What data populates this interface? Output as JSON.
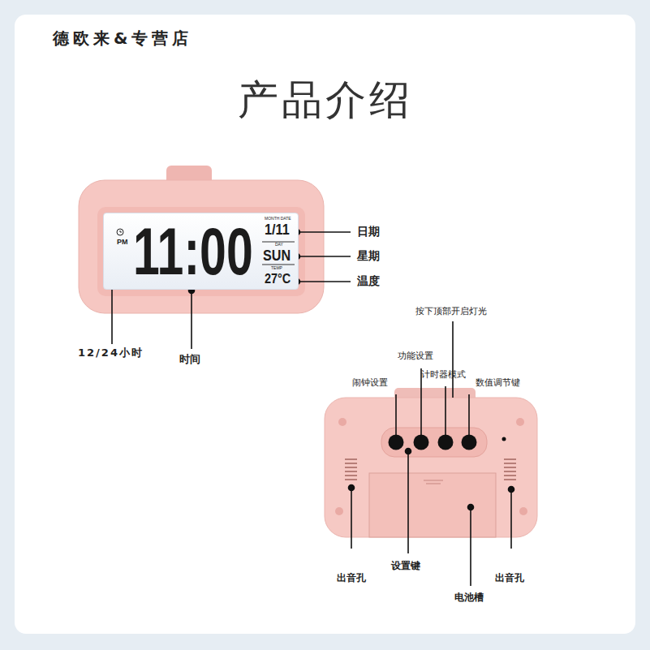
{
  "diagram": {
    "title": "产品介绍",
    "nodes": [
      {
        "text": [
          "PM",
          "11:00",
          "MONTH DATE",
          "1/11",
          "DAY",
          "SUN",
          "TEMP",
          "27°C"
        ]
      }
    ],
    "labels": [
      "德欧来&专营店",
      "日期",
      "星期",
      "温度",
      "12/24小时",
      "时间",
      "按下顶部开启灯光",
      "功能设置",
      "闹钟设置",
      "计时器模式",
      "数值调节键",
      "出音孔",
      "设置键",
      "电池槽",
      "出音孔"
    ]
  }
}
